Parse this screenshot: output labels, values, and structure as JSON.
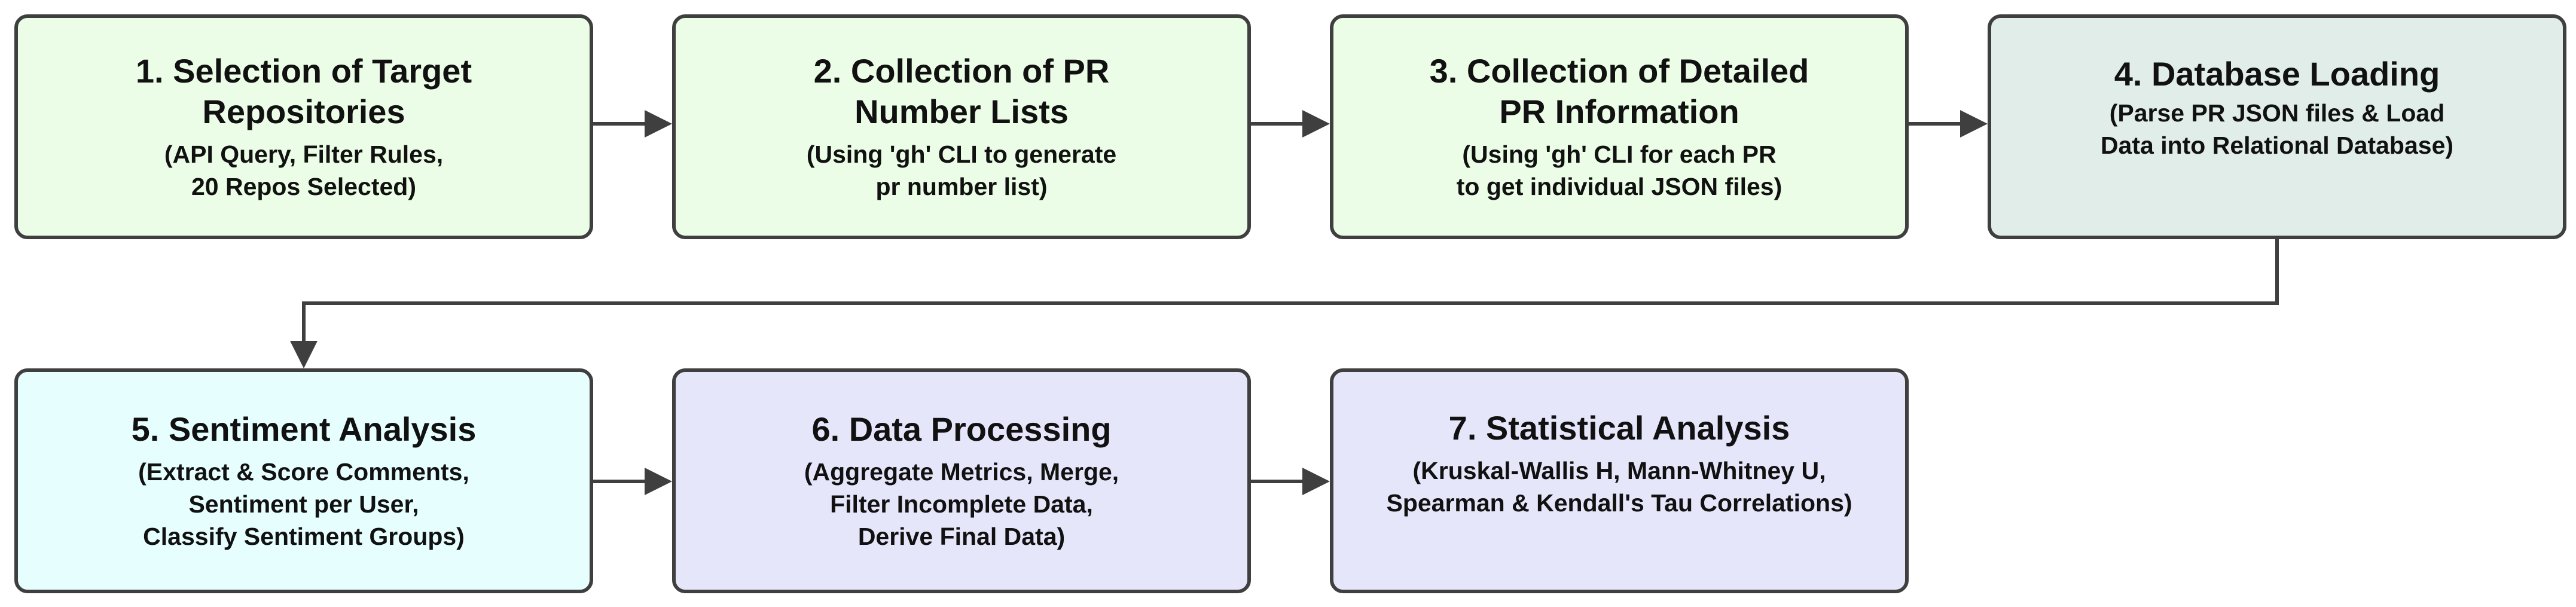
{
  "colors": {
    "border": "#3f3f3f",
    "connector": "#3f3f3f",
    "collection_fill": "#ebfde6",
    "database_fill": "#e0ede8",
    "sentiment_fill": "#e6fefe",
    "analysis_fill": "#e6e6fb"
  },
  "steps": [
    {
      "title": "1. Selection of Target\nRepositories",
      "desc": "(API Query, Filter Rules,\n20 Repos Selected)",
      "fill": "#ebfde6"
    },
    {
      "title": "2. Collection of PR\nNumber Lists",
      "desc": "(Using 'gh' CLI to generate\npr number list)",
      "fill": "#ebfde6"
    },
    {
      "title": "3. Collection of Detailed\nPR Information",
      "desc": "(Using 'gh' CLI for each PR\nto get individual JSON files)",
      "fill": "#ebfde6"
    },
    {
      "title": "4. Database Loading",
      "desc": "(Parse PR JSON files & Load\nData into Relational Database)",
      "fill": "#e0ede8"
    },
    {
      "title": "5. Sentiment Analysis",
      "desc": "(Extract & Score Comments,\nSentiment per User,\nClassify Sentiment Groups)",
      "fill": "#e6fefe"
    },
    {
      "title": "6. Data Processing",
      "desc": "(Aggregate Metrics, Merge,\nFilter Incomplete Data,\nDerive Final Data)",
      "fill": "#e6e6fb"
    },
    {
      "title": "7. Statistical Analysis",
      "desc": "(Kruskal-Wallis H, Mann-Whitney U,\nSpearman & Kendall's Tau Correlations)",
      "fill": "#e6e6fb"
    }
  ]
}
